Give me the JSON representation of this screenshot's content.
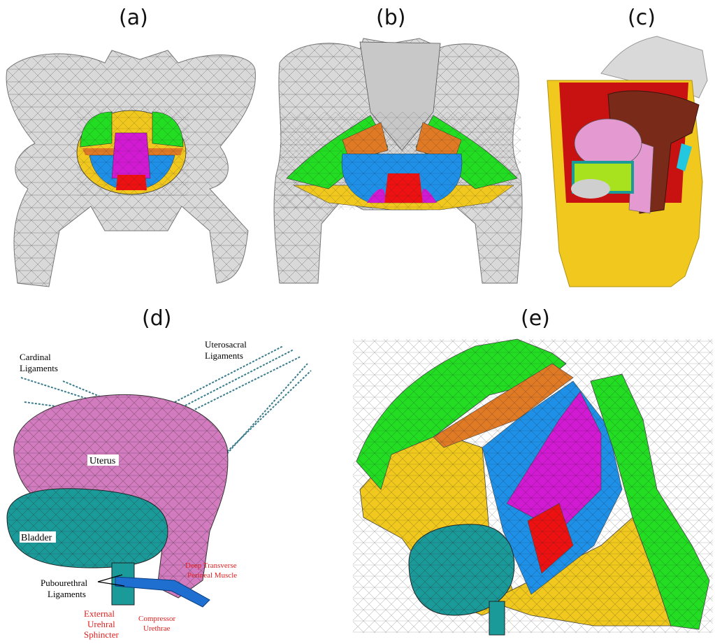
{
  "panels": {
    "a": {
      "label": "(a)"
    },
    "b": {
      "label": "(b)"
    },
    "c": {
      "label": "(c)"
    },
    "d": {
      "label": "(d)"
    },
    "e": {
      "label": "(e)"
    }
  },
  "annotations": {
    "cardinal_ligaments": [
      "Cardinal",
      "Ligaments"
    ],
    "uterosacral_ligaments": [
      "Uterosacral",
      "Ligaments"
    ],
    "uterus": "Uterus",
    "bladder": "Bladder",
    "pubourethral_ligaments": [
      "Pubourethral",
      "Ligaments"
    ],
    "deep_transverse": [
      "Deep Transverse",
      "Perineal Muscle"
    ],
    "external_sphincter": [
      "External",
      "Urehral",
      "Sphincter"
    ],
    "compressor_urethrae": [
      "Compressor",
      "Urethrae"
    ]
  },
  "colors": {
    "bone": "#d9d9d9",
    "green": "#22dd22",
    "orange": "#e07a25",
    "blue": "#1e90e8",
    "magenta": "#d21ad2",
    "red": "#ee1111",
    "yellow": "#f0c81e",
    "uterus_pink": "#d27bbe",
    "bladder_teal": "#1b9a9a",
    "dark_red": "#c81212",
    "brown": "#7a2a18",
    "annotation_red": "#e02020"
  }
}
